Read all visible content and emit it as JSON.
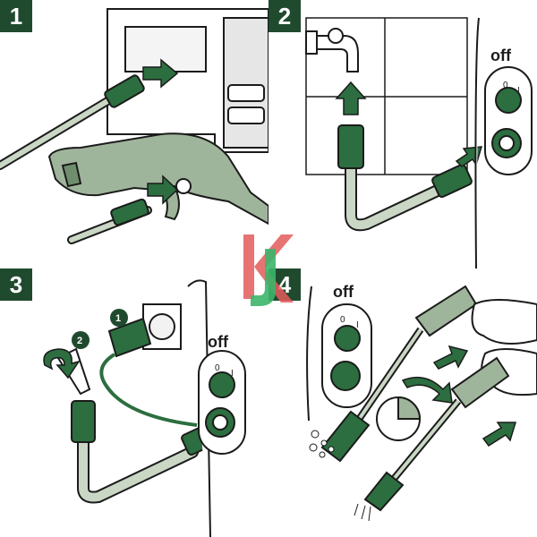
{
  "steps": [
    {
      "number": "1"
    },
    {
      "number": "2",
      "switch_label": "off",
      "switch_positions": [
        "0",
        "I"
      ]
    },
    {
      "number": "3",
      "switch_label": "off",
      "switch_positions": [
        "0",
        "I"
      ],
      "substeps": [
        "1",
        "2"
      ]
    },
    {
      "number": "4",
      "switch_label": "off",
      "switch_positions": [
        "0",
        "I"
      ]
    }
  ],
  "colors": {
    "accent_green": "#2c6e3f",
    "hose_fill": "#c9d7c4",
    "gun_fill": "#9fb59b",
    "ink": "#1b1b1b",
    "badge": "#1f4a2e"
  },
  "logo": {
    "icon": "watermark-logo",
    "letters": "KJ"
  }
}
